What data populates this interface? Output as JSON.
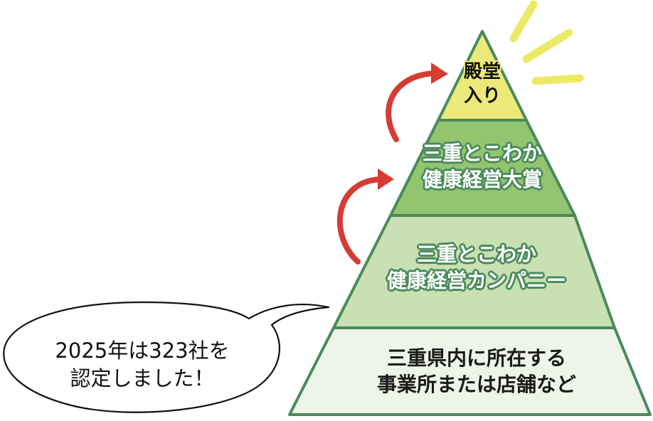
{
  "diagram": {
    "type": "pyramid",
    "tiers": [
      {
        "level": 1,
        "line1": "殿堂",
        "line2": "入り",
        "fill": "#ece97a"
      },
      {
        "level": 2,
        "line1": "三重とこわか",
        "line2": "健康経営大賞",
        "fill": "#93c46f"
      },
      {
        "level": 3,
        "line1": "三重とこわか",
        "line2": "健康経営カンパニー",
        "fill": "#c9e0b3"
      },
      {
        "level": 4,
        "line1": "三重県内に所在する",
        "line2": "事業所または店舗など",
        "fill": "#eef5e8"
      }
    ],
    "outline_color": "#4a8a5c",
    "arrow_color": "#d63b34",
    "burst_color": "#ece966",
    "speech_bubble": {
      "line1": "2025年は323社を",
      "line2": "認定しました！"
    }
  }
}
